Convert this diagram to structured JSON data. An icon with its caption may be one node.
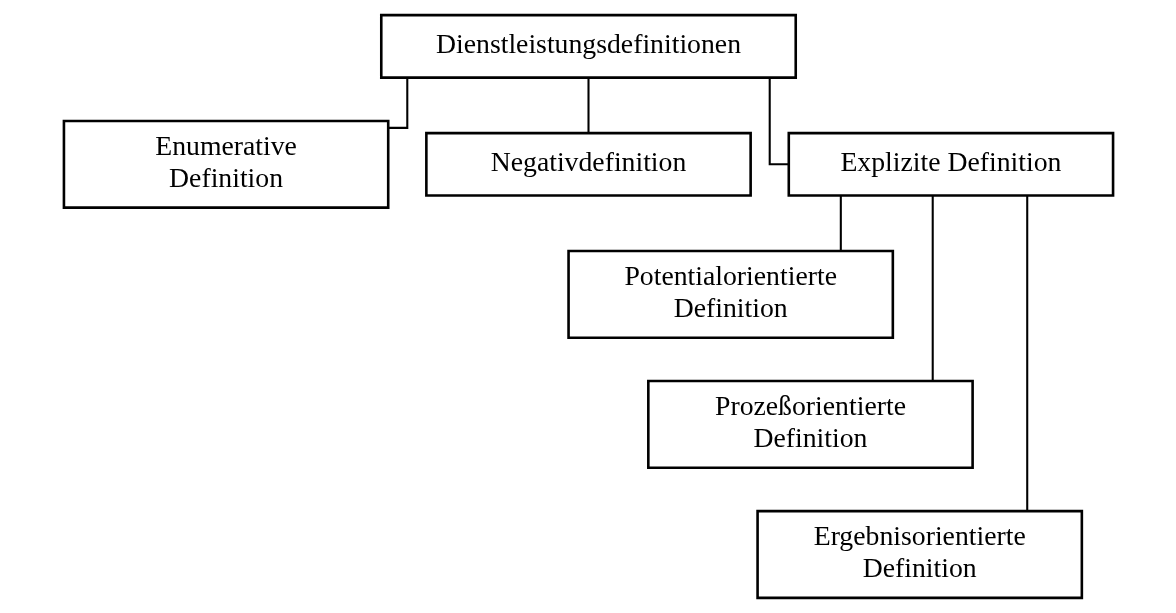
{
  "diagram": {
    "nodes": [
      {
        "text": [
          "Dienstleistungsdefinitionen"
        ]
      },
      {
        "text": [
          "Enumerative Definition"
        ]
      },
      {
        "text": [
          "Negativdefinition"
        ]
      },
      {
        "text": [
          "Explizite Definition"
        ]
      },
      {
        "text": [
          "Potentialorientierte Definition"
        ]
      },
      {
        "text": [
          "Prozeßorientierte Definition"
        ]
      },
      {
        "text": [
          "Ergebnisorientierte Definition"
        ]
      }
    ],
    "edges": [
      {
        "from": 0,
        "to": 1,
        "arrow": "none"
      },
      {
        "from": 0,
        "to": 2,
        "arrow": "none"
      },
      {
        "from": 0,
        "to": 3,
        "arrow": "none"
      },
      {
        "from": 3,
        "to": 4,
        "arrow": "none"
      },
      {
        "from": 3,
        "to": 5,
        "arrow": "none"
      },
      {
        "from": 3,
        "to": 6,
        "arrow": "none"
      }
    ]
  }
}
